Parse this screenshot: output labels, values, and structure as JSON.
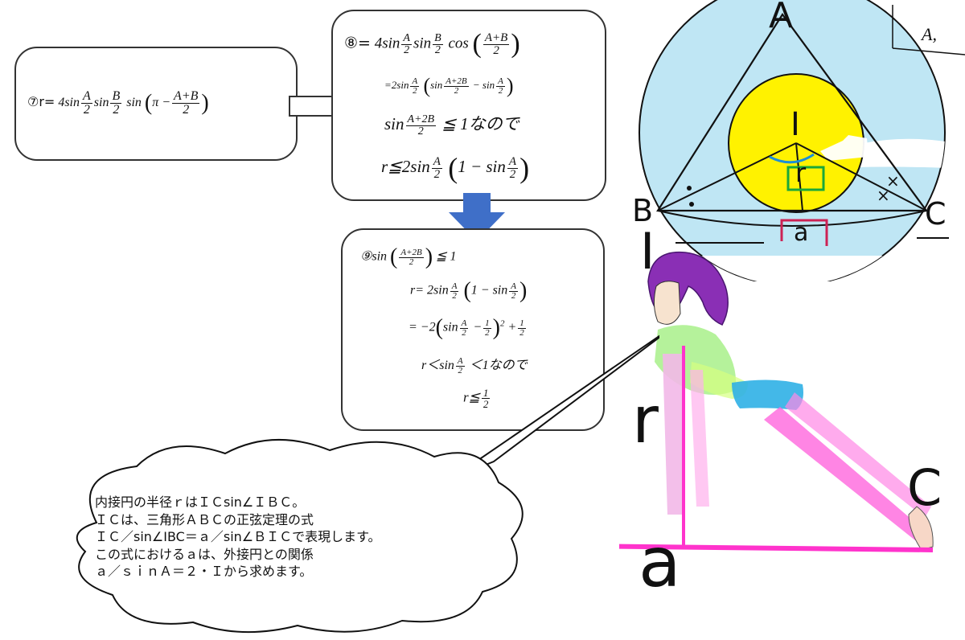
{
  "box7": {
    "prefix": "⑦r=",
    "coef": "4sin",
    "fA_n": "A",
    "fA_d": "2",
    "sin2": "sin",
    "fB_n": "B",
    "fB_d": "2",
    "sin3": "sin",
    "pi_part": "π −",
    "fAB_n": "A+B",
    "fAB_d": "2"
  },
  "box8": {
    "l1_prefix": "⑧=",
    "l1_coef": "4sin",
    "l1_fA_n": "A",
    "l1_fA_d": "2",
    "l1_sin": "sin",
    "l1_fB_n": "B",
    "l1_fB_d": "2",
    "l1_cos": "cos",
    "l1_fAB_n": "A+B",
    "l1_fAB_d": "2",
    "l2_prefix": "=2sin",
    "l2_fA_n": "A",
    "l2_fA_d": "2",
    "l2_sin": "sin",
    "l2_f2_n": "A+2B",
    "l2_f2_d": "2",
    "l2_minus": "− sin",
    "l2_fA2_n": "A",
    "l2_fA2_d": "2",
    "l3_sin": "sin",
    "l3_f_n": "A+2B",
    "l3_f_d": "2",
    "l3_tail": "≦ 1なので",
    "l4_prefix": "r≦2sin",
    "l4_fA_n": "A",
    "l4_fA_d": "2",
    "l4_mid": "1 − sin",
    "l4_fA2_n": "A",
    "l4_fA2_d": "2"
  },
  "box9": {
    "l1_prefix": "⑨sin",
    "l1_f_n": "A+2B",
    "l1_f_d": "2",
    "l1_tail": "≦ 1",
    "l2_prefix": "r= 2sin",
    "l2_fA_n": "A",
    "l2_fA_d": "2",
    "l2_mid": "1 − sin",
    "l2_fA2_n": "A",
    "l2_fA2_d": "2",
    "l3_prefix": "= −2",
    "l3_sin": "sin",
    "l3_fA_n": "A",
    "l3_fA_d": "2",
    "l3_minus": "−",
    "l3_fh_n": "1",
    "l3_fh_d": "2",
    "l3_sq": "2",
    "l3_plus": "+",
    "l3_fh2_n": "1",
    "l3_fh2_d": "2",
    "l4_prefix": "r＜sin",
    "l4_fA_n": "A",
    "l4_fA_d": "2",
    "l4_tail": "＜1なので",
    "l5_prefix": "r≦",
    "l5_f_n": "1",
    "l5_f_d": "2"
  },
  "bubble": {
    "line1": "内接円の半径ｒはＩＣsin∠ＩＢＣ。",
    "line2": "ＩＣは、三角形ＡＢＣの正弦定理の式",
    "line3": "ＩＣ／sin∠IBC＝ａ／sin∠ＢＩＣで表現します。",
    "line4": "この式におけるａは、外接円との関係",
    "line5": "ａ／ｓｉｎＡ＝２・Ｉから求めます。"
  },
  "diagram": {
    "label_A": "A",
    "label_B": "B",
    "label_C": "C",
    "label_I": "I",
    "label_r": "r",
    "label_a": "a",
    "corner_text": "A,"
  },
  "figure": {
    "label_I": "I",
    "label_r": "r",
    "label_C": "C",
    "label_a": "a"
  },
  "colors": {
    "circle_fill": "#bfe6f4",
    "incircle_fill": "#fff200",
    "pink": "#ff33cc",
    "arrow_blue": "#3f6fc8",
    "square_green": "#1aa83a",
    "square_red": "#cc2255",
    "hair": "#8a2fb5"
  }
}
